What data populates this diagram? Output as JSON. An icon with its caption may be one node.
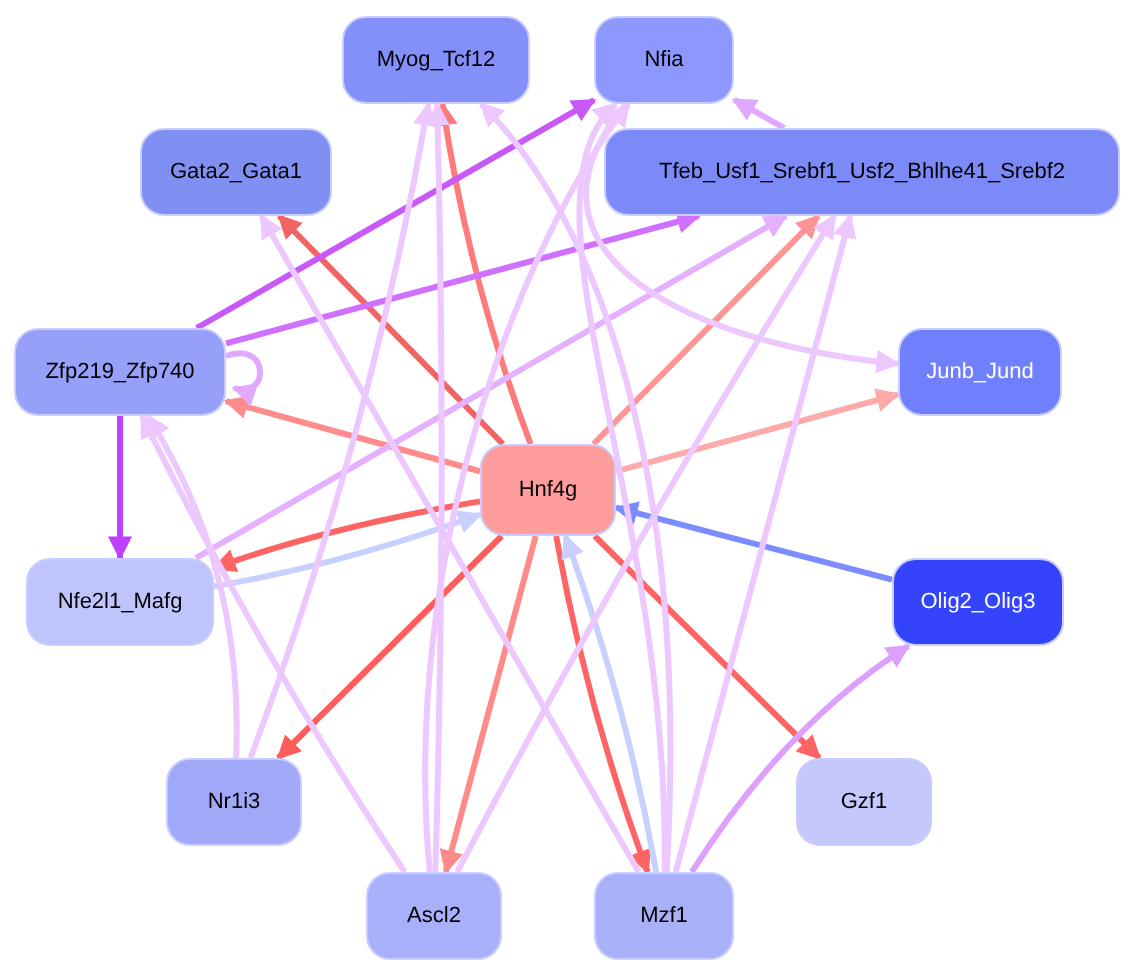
{
  "diagram": {
    "nodes": [
      {
        "text": [
          "Myog_Tcf12"
        ]
      },
      {
        "text": [
          "Nfia"
        ]
      },
      {
        "text": [
          "Gata2_Gata1"
        ]
      },
      {
        "text": [
          "Tfeb_Usf1_Srebf1_Usf2_Bhlhe41_Srebf2"
        ]
      },
      {
        "text": [
          "Zfp219_Zfp740"
        ]
      },
      {
        "text": [
          "Junb_Jund"
        ]
      },
      {
        "text": [
          "Hnf4g"
        ]
      },
      {
        "text": [
          "Nfe2l1_Mafg"
        ]
      },
      {
        "text": [
          "Olig2_Olig3"
        ]
      },
      {
        "text": [
          "Nr1i3"
        ]
      },
      {
        "text": [
          "Gzf1"
        ]
      },
      {
        "text": [
          "Ascl2"
        ]
      },
      {
        "text": [
          "Mzf1"
        ]
      }
    ],
    "edges": [
      {
        "from": 6,
        "to": 0,
        "arrow": "to",
        "color": "#ff7a7a"
      },
      {
        "from": 6,
        "to": 2,
        "arrow": "to",
        "color": "#f06464"
      },
      {
        "from": 6,
        "to": 4,
        "arrow": "to",
        "color": "#ff8c8c"
      },
      {
        "from": 6,
        "to": 3,
        "arrow": "to",
        "color": "#ff9494"
      },
      {
        "from": 6,
        "to": 5,
        "arrow": "to",
        "color": "#ffaaaa"
      },
      {
        "from": 6,
        "to": 7,
        "arrow": "to",
        "color": "#ff6464"
      },
      {
        "from": 6,
        "to": 9,
        "arrow": "to",
        "color": "#ff5c5c"
      },
      {
        "from": 6,
        "to": 11,
        "arrow": "to",
        "color": "#ff8a8a"
      },
      {
        "from": 6,
        "to": 12,
        "arrow": "to",
        "color": "#ff6464"
      },
      {
        "from": 6,
        "to": 10,
        "arrow": "to",
        "color": "#ff6464"
      },
      {
        "from": 12,
        "to": 6,
        "arrow": "to",
        "color": "#c8d0ff"
      },
      {
        "from": 7,
        "to": 6,
        "arrow": "to",
        "color": "#c8d0ff"
      },
      {
        "from": 8,
        "to": 6,
        "arrow": "to",
        "color": "#7a8cff"
      },
      {
        "from": 4,
        "to": 7,
        "arrow": "to",
        "color": "#c040ff"
      },
      {
        "from": 4,
        "to": 3,
        "arrow": "to",
        "color": "#d070ff"
      },
      {
        "from": 4,
        "to": 1,
        "arrow": "to",
        "color": "#c858f8"
      },
      {
        "from": 4,
        "to": 4,
        "arrow": "to",
        "color": "#e0a8ff"
      },
      {
        "from": 3,
        "to": 1,
        "arrow": "to",
        "color": "#e0a8ff"
      },
      {
        "from": 12,
        "to": 8,
        "arrow": "to",
        "color": "#dda0ff"
      },
      {
        "from": 7,
        "to": 3,
        "arrow": "to",
        "color": "#e4b0ff"
      },
      {
        "from": 9,
        "to": 0,
        "arrow": "to"
      },
      {
        "from": 11,
        "to": 0,
        "arrow": "to"
      },
      {
        "from": 12,
        "to": 0,
        "arrow": "to"
      },
      {
        "from": 12,
        "to": 2,
        "arrow": "to"
      },
      {
        "from": 9,
        "to": 4,
        "arrow": "to"
      },
      {
        "from": 11,
        "to": 4,
        "arrow": "to"
      },
      {
        "from": 11,
        "to": 3,
        "arrow": "to"
      },
      {
        "from": 12,
        "to": 3,
        "arrow": "to"
      },
      {
        "from": 1,
        "to": 5,
        "arrow": "to"
      },
      {
        "from": 12,
        "to": 1,
        "arrow": "to"
      },
      {
        "from": 11,
        "to": 1,
        "arrow": "to"
      }
    ]
  }
}
